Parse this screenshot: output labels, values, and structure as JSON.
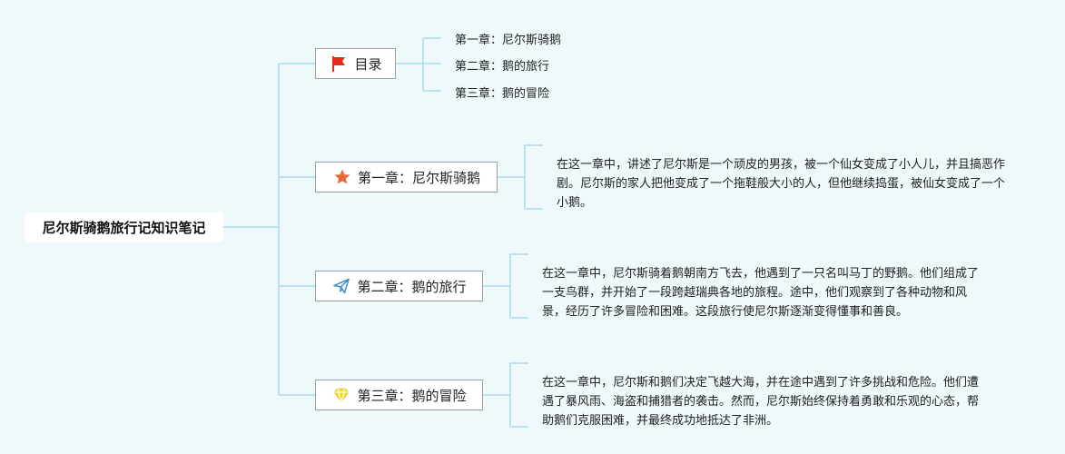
{
  "root": {
    "title": "尼尔斯骑鹅旅行记知识笔记"
  },
  "branches": [
    {
      "label": "目录",
      "icon": "red-flag-icon",
      "children": [
        "第一章：尼尔斯骑鹅",
        "第二章：鹅的旅行",
        "第三章：鹅的冒险"
      ]
    },
    {
      "label": "第一章：尼尔斯骑鹅",
      "icon": "orange-star-icon",
      "summary": "在这一章中，讲述了尼尔斯是一个顽皮的男孩，被一个仙女变成了小人儿，并且搞恶作剧。尼尔斯的家人把他变成了一个拖鞋般大小的人，但他继续捣蛋，被仙女变成了一个小鹅。"
    },
    {
      "label": "第二章：鹅的旅行",
      "icon": "paper-plane-icon",
      "summary": "在这一章中，尼尔斯骑着鹅朝南方飞去，他遇到了一只名叫马丁的野鹅。他们组成了一支鸟群，并开始了一段跨越瑞典各地的旅程。途中，他们观察到了各种动物和风景，经历了许多冒险和困难。这段旅行使尼尔斯逐渐变得懂事和善良。"
    },
    {
      "label": "第三章：鹅的冒险",
      "icon": "yellow-diamond-icon",
      "summary": "在这一章中，尼尔斯和鹅们决定飞越大海，并在途中遇到了许多挑战和危险。他们遭遇了暴风雨、海盗和捕猎者的袭击。然而，尼尔斯始终保持着勇敢和乐观的心态，帮助鹅们克服困难，并最终成功地抵达了非洲。"
    }
  ],
  "colors": {
    "background": "#eff8fb",
    "connector": "#a8dcec",
    "node_border": "#9aa0a6",
    "flag": "#e8291c",
    "star": "#e8663c",
    "plane": "#3a8fd0",
    "diamond": "#f2df36"
  }
}
